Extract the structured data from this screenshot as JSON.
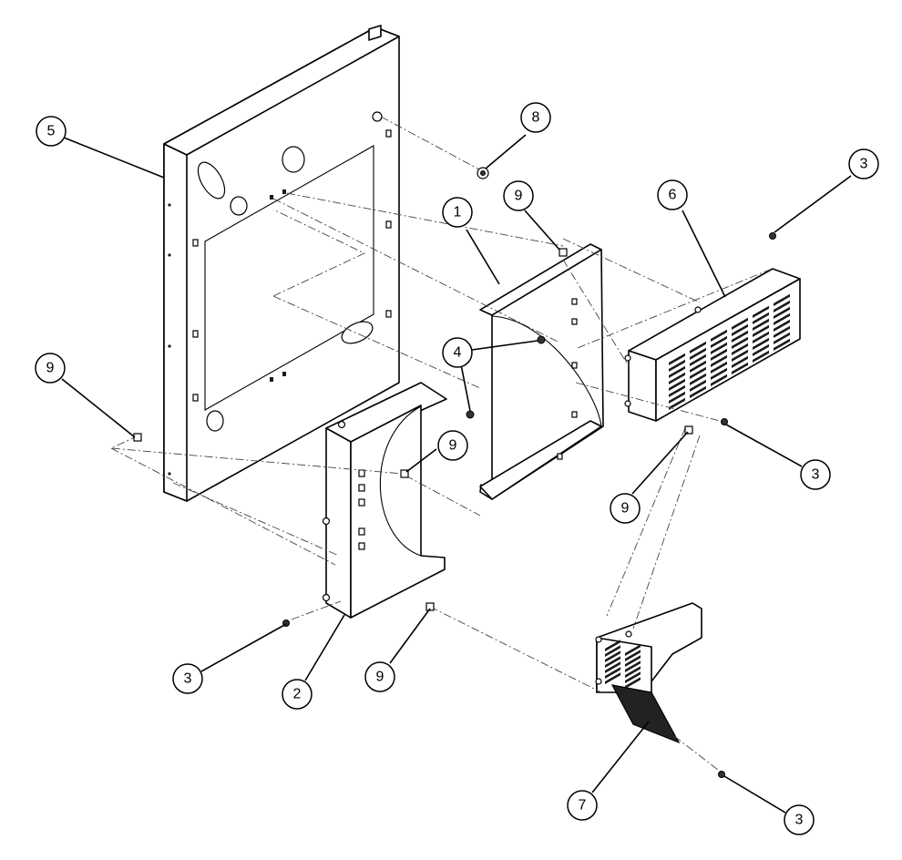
{
  "callouts": [
    {
      "id": "c5",
      "label": "5"
    },
    {
      "id": "c8",
      "label": "8"
    },
    {
      "id": "c1",
      "label": "1"
    },
    {
      "id": "c9a",
      "label": "9"
    },
    {
      "id": "c6",
      "label": "6"
    },
    {
      "id": "c3a",
      "label": "3"
    },
    {
      "id": "c4",
      "label": "4"
    },
    {
      "id": "c9b",
      "label": "9"
    },
    {
      "id": "c9c",
      "label": "9"
    },
    {
      "id": "c3b",
      "label": "3"
    },
    {
      "id": "c9d",
      "label": "9"
    },
    {
      "id": "c3c",
      "label": "3"
    },
    {
      "id": "c2",
      "label": "2"
    },
    {
      "id": "c9e",
      "label": "9"
    },
    {
      "id": "c7",
      "label": "7"
    },
    {
      "id": "c3d",
      "label": "3"
    }
  ]
}
